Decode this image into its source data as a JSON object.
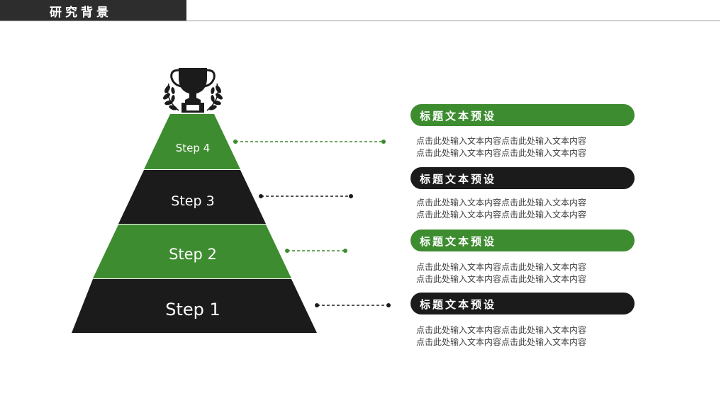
{
  "header": {
    "title": "研究背景"
  },
  "colors": {
    "green": "#3d8c2f",
    "dark": "#1b1b1b",
    "header": "#2d2d2d",
    "text": "#404040"
  },
  "pyramid": {
    "trophy_icon": "trophy-with-laurel-icon",
    "steps": [
      {
        "label": "Step 4",
        "color": "green"
      },
      {
        "label": "Step 3",
        "color": "dark"
      },
      {
        "label": "Step 2",
        "color": "green"
      },
      {
        "label": "Step 1",
        "color": "dark"
      }
    ]
  },
  "items": [
    {
      "title": "标题文本预设",
      "color": "green",
      "lines": [
        "点击此处输入文本内容点击此处输入文本内容",
        "点击此处输入文本内容点击此处输入文本内容"
      ]
    },
    {
      "title": "标题文本预设",
      "color": "dark",
      "lines": [
        "点击此处输入文本内容点击此处输入文本内容",
        "点击此处输入文本内容点击此处输入文本内容"
      ]
    },
    {
      "title": "标题文本预设",
      "color": "green",
      "lines": [
        "点击此处输入文本内容点击此处输入文本内容",
        "点击此处输入文本内容点击此处输入文本内容"
      ]
    },
    {
      "title": "标题文本预设",
      "color": "dark",
      "lines": [
        "点击此处输入文本内容点击此处输入文本内容",
        "点击此处输入文本内容点击此处输入文本内容"
      ]
    }
  ]
}
